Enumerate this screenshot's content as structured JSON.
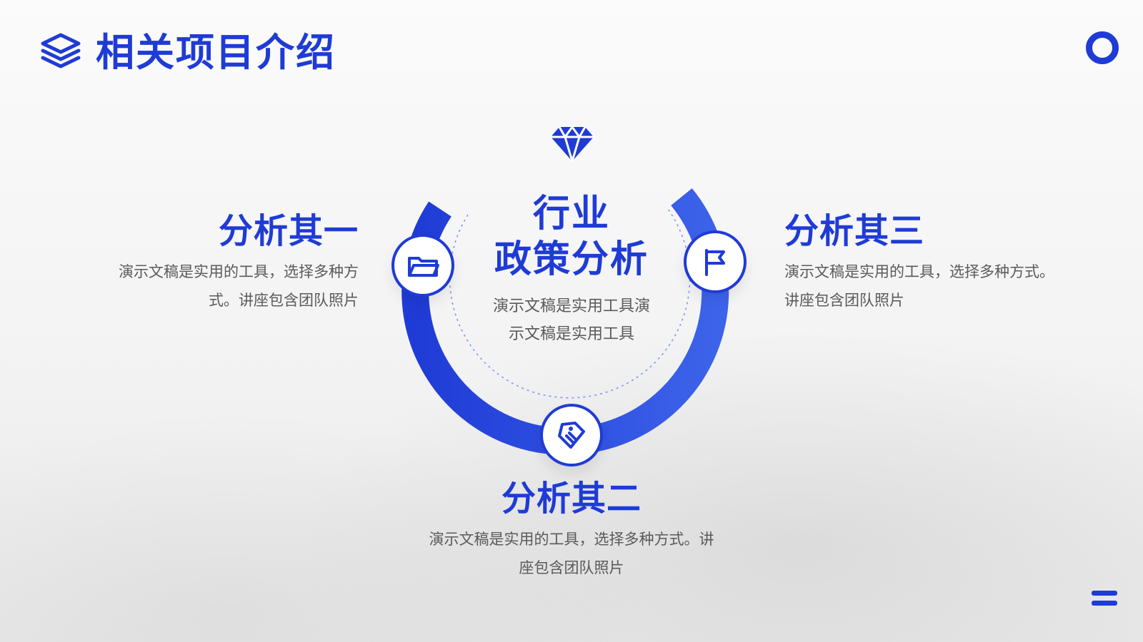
{
  "page": {
    "title": "相关项目介绍"
  },
  "colors": {
    "accent": "#1f3bd6",
    "text_muted": "#5a5a5a"
  },
  "icons": {
    "title_icon": "layers-icon",
    "top_icon": "diamond-icon",
    "left_node_icon": "folder-open-icon",
    "right_node_icon": "flag-icon",
    "bottom_node_icon": "tag-icon",
    "corner_top_icon": "ring-icon",
    "corner_bottom_icon": "menu-lines-icon"
  },
  "center": {
    "title": "行业\n政策分析",
    "desc": "演示文稿是实用工具演示文稿是实用工具"
  },
  "sections": {
    "left": {
      "title": "分析其一",
      "desc": "演示文稿是实用的工具，选择多种方式。讲座包含团队照片"
    },
    "right": {
      "title": "分析其三",
      "desc": "演示文稿是实用的工具，选择多种方式。讲座包含团队照片"
    },
    "bottom": {
      "title": "分析其二",
      "desc": "演示文稿是实用的工具，选择多种方式。讲座包含团队照片"
    }
  }
}
